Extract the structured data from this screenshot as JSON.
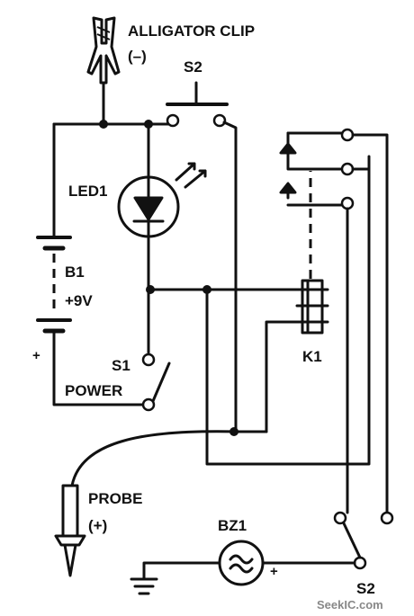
{
  "labels": {
    "alligator_clip_title": "ALLIGATOR CLIP",
    "alligator_clip_polarity": "(–)",
    "s2_top": "S2",
    "led": "LED1",
    "battery_name": "B1",
    "battery_voltage": "+9V",
    "battery_plus": "+",
    "switch_name": "S1",
    "switch_function": "POWER",
    "relay": "K1",
    "probe_name": "PROBE",
    "probe_polarity": "(+)",
    "buzzer": "BZ1",
    "buzzer_plus": "+",
    "s2_bottom": "S2",
    "watermark": "SeekIC.com"
  }
}
